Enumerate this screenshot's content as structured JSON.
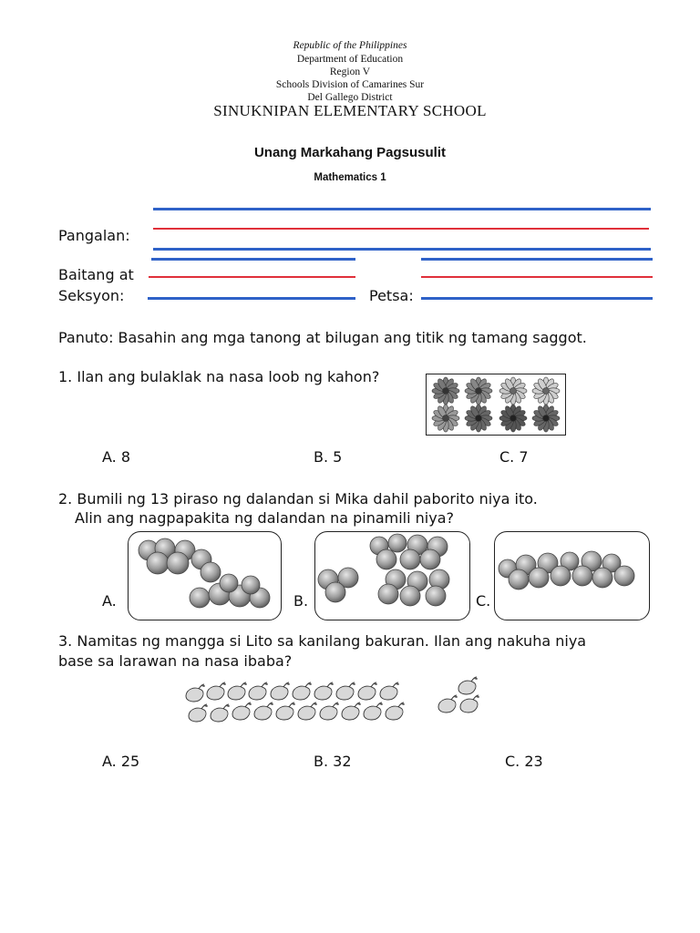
{
  "header": {
    "republic": "Republic of the Philippines",
    "department": "Department of Education",
    "region": "Region V",
    "division": "Schools Division of Camarines Sur",
    "district": "Del Gallego District",
    "school": "SINUKNIPAN ELEMENTARY SCHOOL"
  },
  "exam": {
    "title": "Unang Markahang Pagsusulit",
    "subject": "Mathematics 1"
  },
  "form": {
    "name_label": "Pangalan:",
    "grade_label": "Baitang at",
    "section_label": "Seksyon:",
    "date_label": "Petsa:"
  },
  "instructions": "Panuto: Basahin ang mga tanong at bilugan ang titik ng tamang saggot.",
  "questions": [
    {
      "text": "1. Ilan ang bulaklak na nasa loob ng kahon?",
      "choices": [
        "A. 8",
        "B. 5",
        "C. 7"
      ],
      "flower_count": 8
    },
    {
      "text_line1": "2. Bumili ng 13 piraso ng dalandan si Mika dahil paborito niya ito.",
      "text_line2": "Alin ang nagpapakita ng dalandan na pinamili niya?",
      "choices": [
        "A.",
        "B.",
        "C."
      ]
    },
    {
      "text_line1": "3. Namitas ng mangga si Lito sa kanilang  bakuran. Ilan ang nakuha niya",
      "text_line2": "base sa larawan na nasa ibaba?",
      "choices": [
        "A. 25",
        "B. 32",
        "C. 23"
      ],
      "mango_count": 23
    }
  ],
  "colors": {
    "blue_line": "#2f62c8",
    "red_line": "#e0303a"
  }
}
